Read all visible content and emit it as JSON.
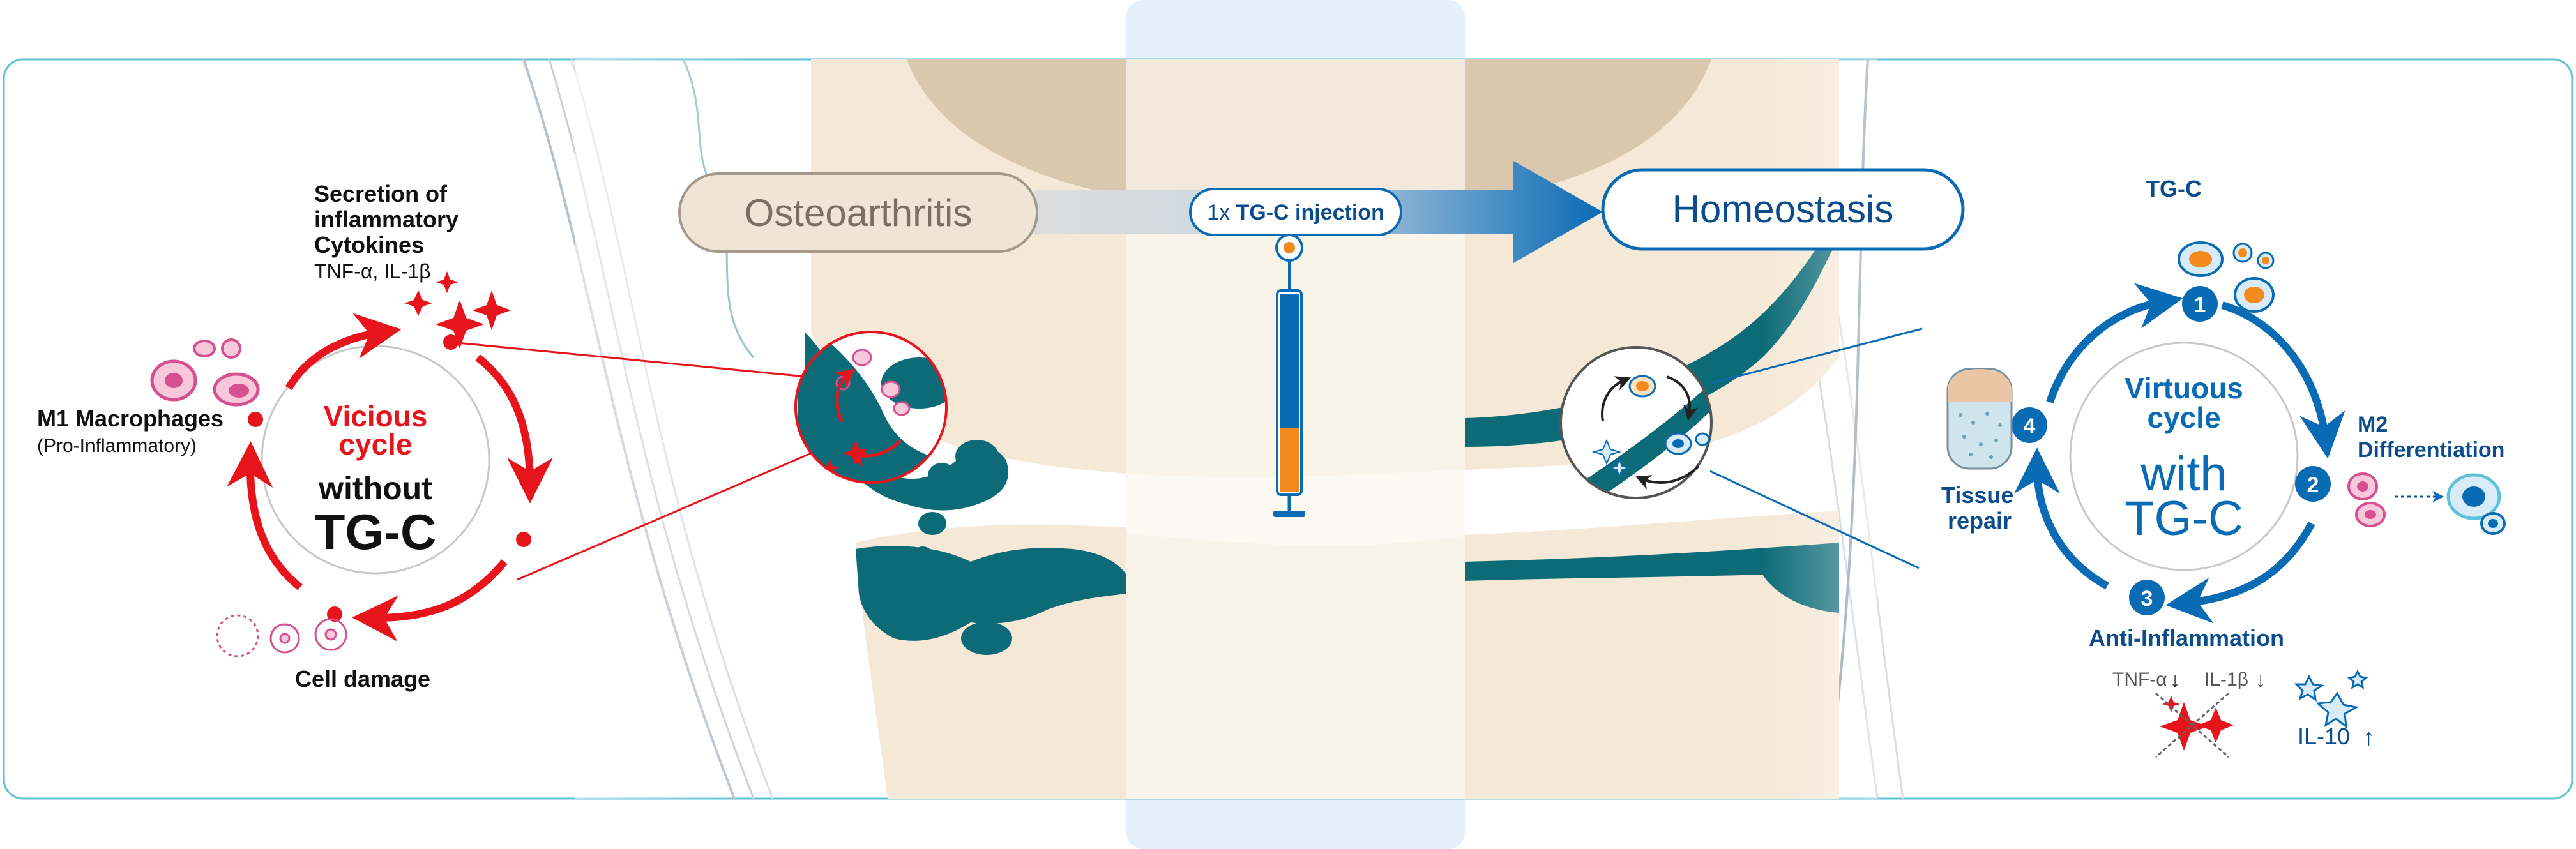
{
  "colors": {
    "red": "#e8141c",
    "blue": "#0a6bb5",
    "dark_blue": "#0b4c8c",
    "teal": "#0d6b78",
    "bone_light": "#f5e8d6",
    "bone_dark": "#d9c7ae",
    "pink": "#d64f8f",
    "orange": "#f28a1e",
    "light_blue_band": "#e4f1fa",
    "frame_cyan": "#5ec1d9"
  },
  "left": {
    "secretion_line1": "Secretion of",
    "secretion_line2": "inflammatory",
    "secretion_line3": "Cytokines",
    "secretion_sub": "TNF-α, IL-1β",
    "m1_title": "M1 Macrophages",
    "m1_sub": "(Pro-Inflammatory)",
    "cell_damage": "Cell damage",
    "vicious_line1": "Vicious",
    "vicious_line2": "cycle",
    "without": "without",
    "tgc": "TG-C"
  },
  "center": {
    "osteoarthritis": "Osteoarthritis",
    "injection_prefix": "1x ",
    "injection_bold": "TG-C injection",
    "homeostasis": "Homeostasis"
  },
  "right": {
    "tgc_label": "TG-C",
    "virtuous_line1": "Virtuous",
    "virtuous_line2": "cycle",
    "with": "with",
    "tgc": "TG-C",
    "m2_line1": "M2",
    "m2_line2": "Differentiation",
    "anti_inflammation": "Anti-Inflammation",
    "tnf": "TNF-α",
    "il1b": "IL-1β",
    "il10": "IL-10",
    "tissue_line1": "Tissue",
    "tissue_line2": "repair",
    "step1": "1",
    "step2": "2",
    "step3": "3",
    "step4": "4"
  },
  "icons": {
    "up_arrow": "↑",
    "down_arrow": "↓"
  }
}
